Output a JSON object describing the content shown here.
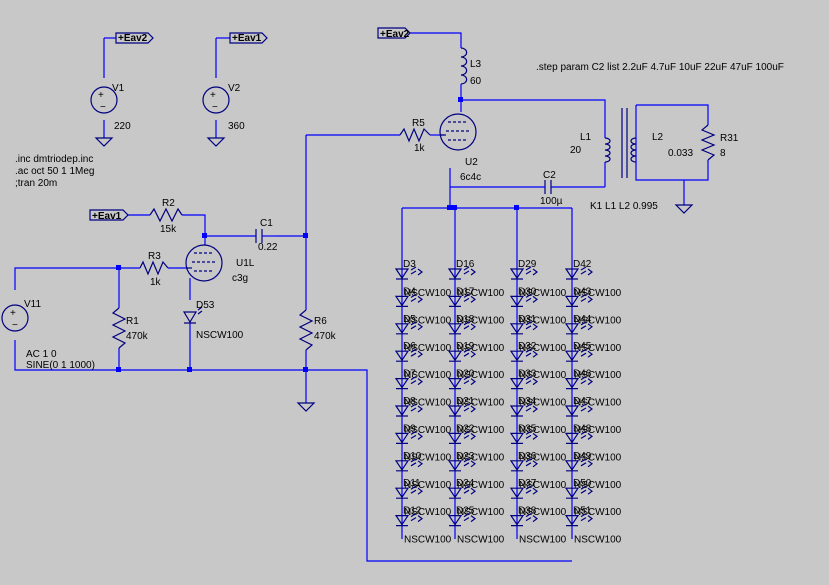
{
  "net_labels": {
    "eav1": "+Eav1",
    "eav2": "+Eav2"
  },
  "sources": {
    "v1": {
      "name": "V1",
      "value": "220"
    },
    "v2": {
      "name": "V2",
      "value": "360"
    },
    "v11": {
      "name": "V11",
      "ac": "AC 1 0",
      "sine": "SINE(0 1 1000)"
    }
  },
  "directives": {
    "inc": ".inc dmtriodep.inc",
    "ac": ".ac oct 50 1 1Meg",
    "tran": ";tran 20m",
    "step": ".step param C2 list 2.2uF 4.7uF 10uF 22uF 47uF 100uF",
    "coupling": "K1 L1 L2 0.995"
  },
  "resistors": {
    "r1": {
      "name": "R1",
      "value": "470k"
    },
    "r2": {
      "name": "R2",
      "value": "15k"
    },
    "r3": {
      "name": "R3",
      "value": "1k"
    },
    "r5": {
      "name": "R5",
      "value": "1k"
    },
    "r6": {
      "name": "R6",
      "value": "470k"
    },
    "r31": {
      "name": "R31",
      "value": "8"
    }
  },
  "capacitors": {
    "c1": {
      "name": "C1",
      "value": "0.22"
    },
    "c2": {
      "name": "C2",
      "value": "100µ"
    }
  },
  "inductors": {
    "l1": {
      "name": "L1",
      "value": "20"
    },
    "l2": {
      "name": "L2",
      "value": "0.033"
    },
    "l3": {
      "name": "L3",
      "value": "60"
    }
  },
  "tubes": {
    "u1": {
      "name": "U1L",
      "model": "c3g"
    },
    "u2": {
      "name": "U2",
      "model": "6c4c"
    }
  },
  "diode_d53": {
    "name": "D53",
    "model": "NSCW100"
  },
  "led_model": "NSCW100",
  "led_columns": [
    {
      "column": "col1",
      "names": [
        "D3",
        "D4",
        "D5",
        "D6",
        "D7",
        "D8",
        "D9",
        "D10",
        "D11",
        "D12"
      ]
    },
    {
      "column": "col2",
      "names": [
        "D16",
        "D17",
        "D18",
        "D19",
        "D20",
        "D21",
        "D22",
        "D23",
        "D24",
        "D25"
      ]
    },
    {
      "column": "col3",
      "names": [
        "D29",
        "D30",
        "D31",
        "D32",
        "D33",
        "D34",
        "D35",
        "D36",
        "D37",
        "D38"
      ]
    },
    {
      "column": "col4",
      "names": [
        "D42",
        "D43",
        "D44",
        "D45",
        "D46",
        "D47",
        "D48",
        "D49",
        "D50",
        "D51"
      ]
    }
  ],
  "colors": {
    "background": "#c8c8c8",
    "wire": "#0000ff",
    "component": "#000080",
    "text": "#000000"
  }
}
